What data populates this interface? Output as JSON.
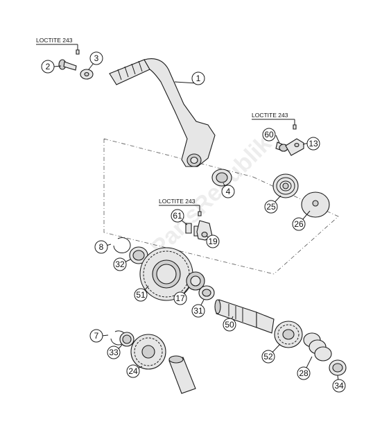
{
  "loctite_labels": [
    "LOCTITE 243",
    "LOCTITE 243",
    "LOCTITE 243"
  ],
  "callouts": [
    "1",
    "2",
    "3",
    "4",
    "7",
    "8",
    "13",
    "17",
    "19",
    "24",
    "25",
    "26",
    "28",
    "31",
    "32",
    "33",
    "34",
    "50",
    "51",
    "52",
    "60",
    "61"
  ],
  "watermark": "PartsRepublik"
}
